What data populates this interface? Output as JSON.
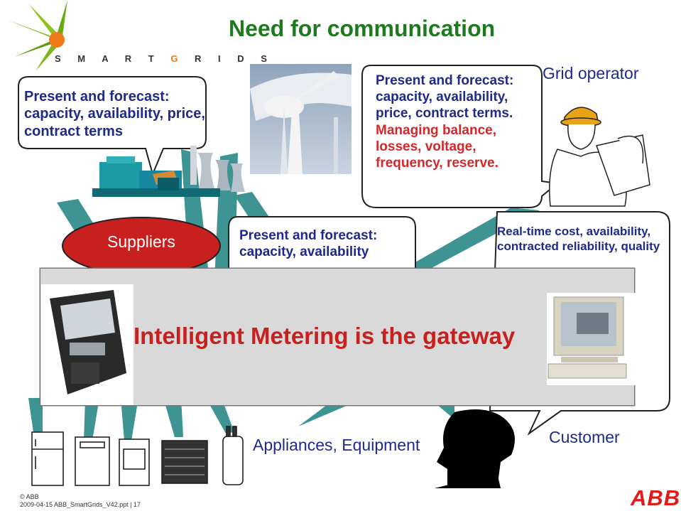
{
  "slide": {
    "title": "Need for communication",
    "logo_text_prefix": "S M A R T ",
    "logo_text_accent": "G",
    "logo_text_suffix": " R I D S",
    "brand": "ABB"
  },
  "bubbles": {
    "supplier_info": "Present and forecast: capacity, availability, price, contract terms",
    "operator_info_normal": "Present and forecast: capacity, availability, price, contract terms.",
    "operator_info_red": "Managing balance, losses, voltage, frequency, reserve.",
    "appliance_info": "Present and forecast: capacity, availability",
    "customer_info": "Real-time cost, availability, contracted reliability, quality"
  },
  "actors": {
    "grid_operator": "Grid operator",
    "suppliers": "Suppliers",
    "appliances": "Appliances, Equipment",
    "customer": "Customer"
  },
  "banner": {
    "text": "Intelligent Metering is the gateway"
  },
  "footer": {
    "line1": "© ABB",
    "line2": "2009-04-15 ABB_SmartGrids_V42.ppt | 17"
  },
  "colors": {
    "title": "#1f7a1f",
    "bubble_text": "#1f2a8a",
    "highlight": "#d6262a",
    "suppliers_fill": "#c8201e",
    "connector": "#2e8a8a",
    "banner_fill": "#d9d9d9",
    "abb_red": "#e21a1a"
  }
}
